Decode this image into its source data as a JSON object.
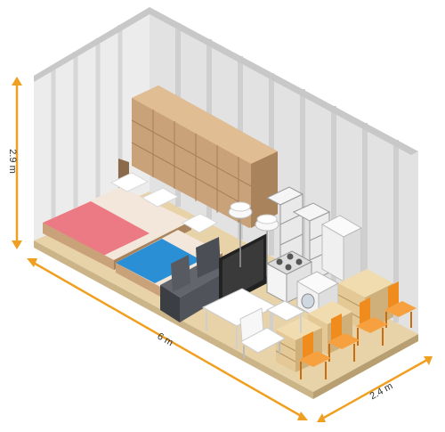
{
  "dimensions": {
    "height_label": "2.9 m",
    "length_label": "6 m",
    "width_label": "2.4 m"
  },
  "colors": {
    "accent": "#f0a020",
    "wall": "#e4e4e4",
    "floor": "#e8d2a8",
    "box": "#caa27a",
    "mattress_red": "#ec7a85",
    "mattress_blue": "#2b8fd6",
    "chair": "#f08c1e",
    "sofa": "#4b4f55",
    "appliance": "#f2f2f2"
  },
  "items": [
    "cardboard-box-stack",
    "double-bed",
    "single-bed",
    "sofa",
    "television",
    "floor-lamp",
    "refrigerator",
    "shelf-unit",
    "stove",
    "washing-machine",
    "chest-of-drawers",
    "dining-table",
    "armchair",
    "dining-chair"
  ]
}
